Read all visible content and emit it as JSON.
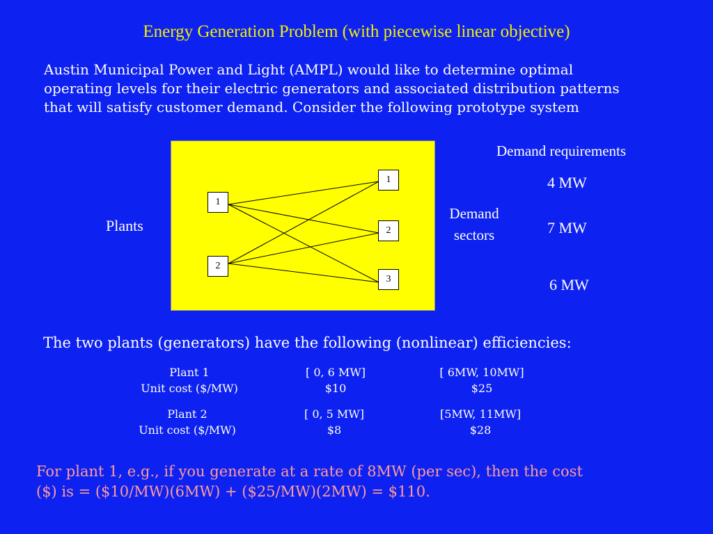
{
  "slide": {
    "title": "Energy Generation Problem (with piecewise linear objective)",
    "intro_lines": [
      "Austin Municipal Power and Light (AMPL) would like to determine optimal",
      "operating levels for their electric generators and associated distribution patterns",
      "that will satisfy customer demand.  Consider the following prototype system"
    ],
    "colors": {
      "background": "#0d21f0",
      "title": "#f4f000",
      "diagram_fill": "#ffff00",
      "example_text": "#ff9c9c"
    }
  },
  "diagram": {
    "plants_label": "Plants",
    "plant_nodes": [
      "1",
      "2"
    ],
    "sector_nodes": [
      "1",
      "2",
      "3"
    ],
    "demand_sectors_label": [
      "Demand",
      "sectors"
    ],
    "demand_requirements_label": "Demand requirements",
    "demands": [
      "4 MW",
      "7 MW",
      "6 MW"
    ]
  },
  "efficiency": {
    "heading": "The two plants (generators) have the following (nonlinear) efficiencies:",
    "plants": [
      {
        "name": "Plant 1",
        "cost_label": "Unit cost ($/MW)",
        "ranges": [
          "[ 0, 6 MW]",
          "[ 6MW, 10MW]"
        ],
        "costs": [
          "$10",
          "$25"
        ]
      },
      {
        "name": "Plant 2",
        "cost_label": "Unit cost ($/MW)",
        "ranges": [
          "[ 0, 5 MW]",
          "[5MW, 11MW]"
        ],
        "costs": [
          "$8",
          "$28"
        ]
      }
    ]
  },
  "example": {
    "lines": [
      "For plant 1, e.g., if you generate at a rate of 8MW (per sec), then the cost",
      "($) is = ($10/MW)(6MW) + ($25/MW)(2MW) = $110."
    ]
  }
}
